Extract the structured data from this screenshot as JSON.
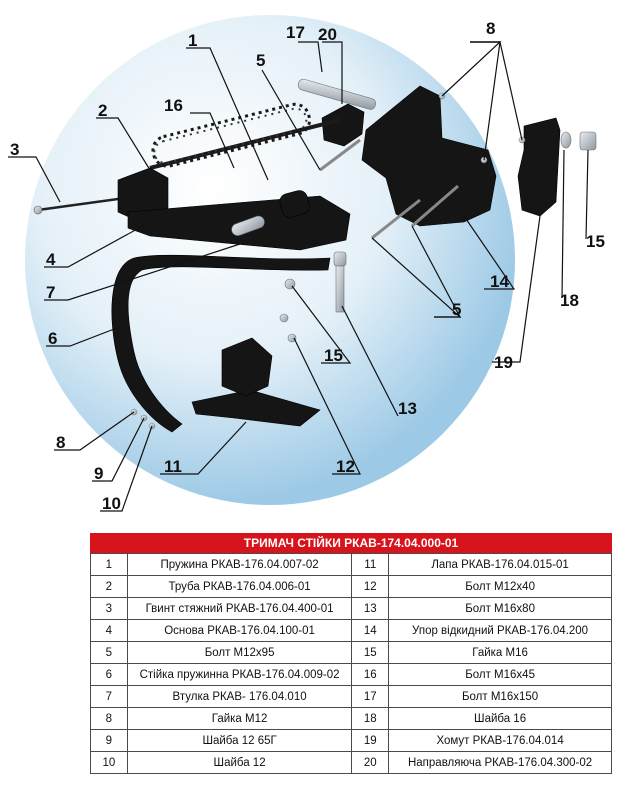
{
  "callouts": {
    "c1": "1",
    "c2": "2",
    "c3": "3",
    "c4": "4",
    "c5a": "5",
    "c5b": "5",
    "c6": "6",
    "c7": "7",
    "c8a": "8",
    "c8b": "8",
    "c9": "9",
    "c10": "10",
    "c11": "11",
    "c12": "12",
    "c13": "13",
    "c14": "14",
    "c15a": "15",
    "c15b": "15",
    "c16": "16",
    "c17": "17",
    "c18": "18",
    "c19": "19",
    "c20": "20"
  },
  "table": {
    "title": "ТРИМАЧ СТІЙКИ РКАВ-174.04.000-01",
    "rows": [
      {
        "n1": "1",
        "name1": "Пружина РКАВ-176.04.007-02",
        "n2": "11",
        "name2": "Лапа РКАВ-176.04.015-01"
      },
      {
        "n1": "2",
        "name1": "Труба РКАВ-176.04.006-01",
        "n2": "12",
        "name2": "Болт М12х40"
      },
      {
        "n1": "3",
        "name1": "Гвинт стяжний РКАВ-176.04.400-01",
        "n2": "13",
        "name2": "Болт М16х80"
      },
      {
        "n1": "4",
        "name1": "Основа РКАВ-176.04.100-01",
        "n2": "14",
        "name2": "Упор відкидний РКАВ-176.04.200"
      },
      {
        "n1": "5",
        "name1": "Болт М12х95",
        "n2": "15",
        "name2": "Гайка М16"
      },
      {
        "n1": "6",
        "name1": "Стійка пружинна РКАВ-176.04.009-02",
        "n2": "16",
        "name2": "Болт М16х45"
      },
      {
        "n1": "7",
        "name1": "Втулка РКАВ- 176.04.010",
        "n2": "17",
        "name2": "Болт М16х150"
      },
      {
        "n1": "8",
        "name1": "Гайка М12",
        "n2": "18",
        "name2": "Шайба 16"
      },
      {
        "n1": "9",
        "name1": "Шайба 12 65Г",
        "n2": "19",
        "name2": "Хомут РКАВ-176.04.014"
      },
      {
        "n1": "10",
        "name1": "Шайба 12",
        "n2": "20",
        "name2": "Направляюча РКАВ-176.04.300-02"
      }
    ]
  }
}
